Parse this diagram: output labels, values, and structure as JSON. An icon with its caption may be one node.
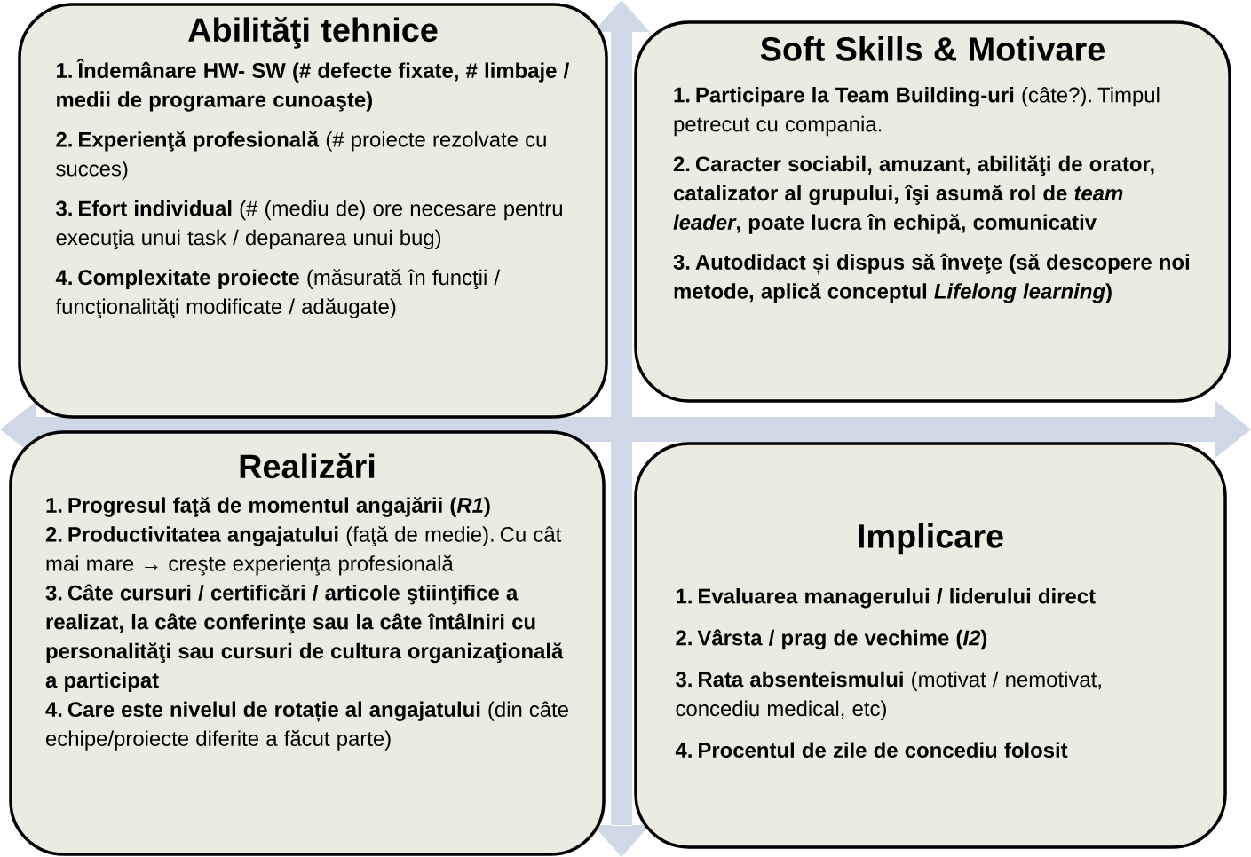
{
  "diagram": {
    "nodes": [
      {
        "text": [
          "Abilităţi tehnice",
          "1. Îndemânare HW- SW (# defecte fixate, # limbaje / medii de programare cunoaşte)",
          "**2. Experienţă profesională** (# proiecte rezolvate cu succes)",
          "**3. Efort individual** (# (mediu de) ore necesare pentru execuţia unui task / depanarea unui bug)",
          "**4. Complexitate proiecte** (măsurată în funcţii / funcţionalităţi modificate / adăugate)"
        ]
      },
      {
        "text": [
          "Soft Skills & Motivare",
          "**1. Participare la Team Building-uri** (câte?). Timpul petrecut cu compania.",
          "2. Caracter sociabil, amuzant, abilităţi de orator, catalizator al grupului, îşi asumă rol de *team leader*, poate lucra în echipă, comunicativ",
          "3. Autodidact și dispus să înveţe (să descopere noi metode, aplică conceptul *Lifelong learning*)"
        ]
      },
      {
        "text": [
          "Realizări",
          "1. Progresul faţă de momentul angajării (*R1*)",
          "**2. Productivitatea angajatului** (faţă de medie). Cu cât mai mare → creşte experienţa profesională",
          "3. Câte cursuri / certificări / articole ştiinţifice a realizat, la câte conferinţe sau la câte întâlniri cu personalităţi sau cursuri de cultura organizaţională a participat",
          "**4. Care este nivelul de rotație al angajatului** (din câte echipe/proiecte diferite a făcut parte)"
        ]
      },
      {
        "text": [
          "Implicare",
          "1. Evaluarea managerului / liderului direct",
          "2. Vârsta / prag de vechime (*I2*)",
          "**3. Rata absenteismului** (motivat / nemotivat, concediu medical, etc)",
          "4. Procentul de zile de concediu folosit"
        ]
      }
    ]
  }
}
